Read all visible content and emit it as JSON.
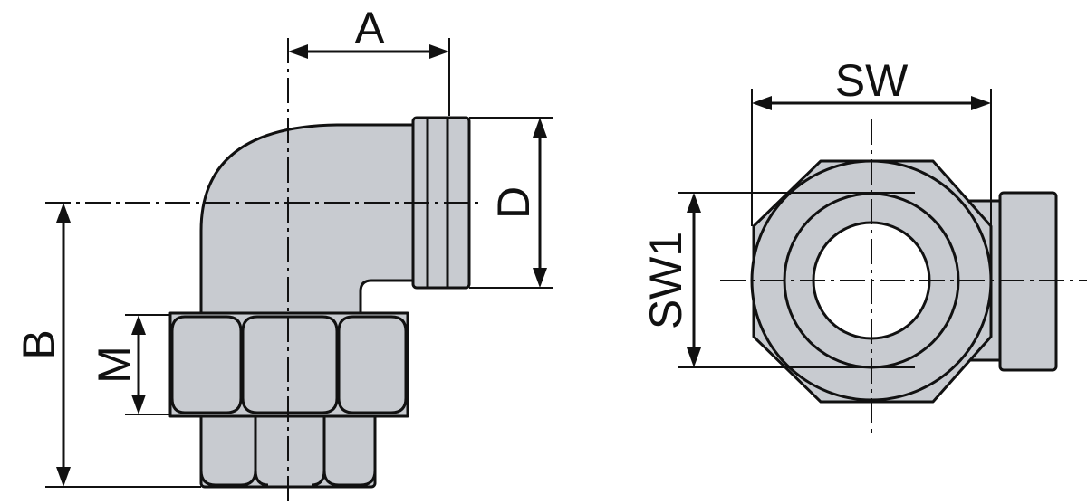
{
  "labels": {
    "a": "A",
    "b": "B",
    "d": "D",
    "m": "M",
    "sw": "SW",
    "sw1": "SW1"
  },
  "colors": {
    "part_fill": "#c8cbd0",
    "line": "#111111",
    "background": "#ffffff"
  }
}
